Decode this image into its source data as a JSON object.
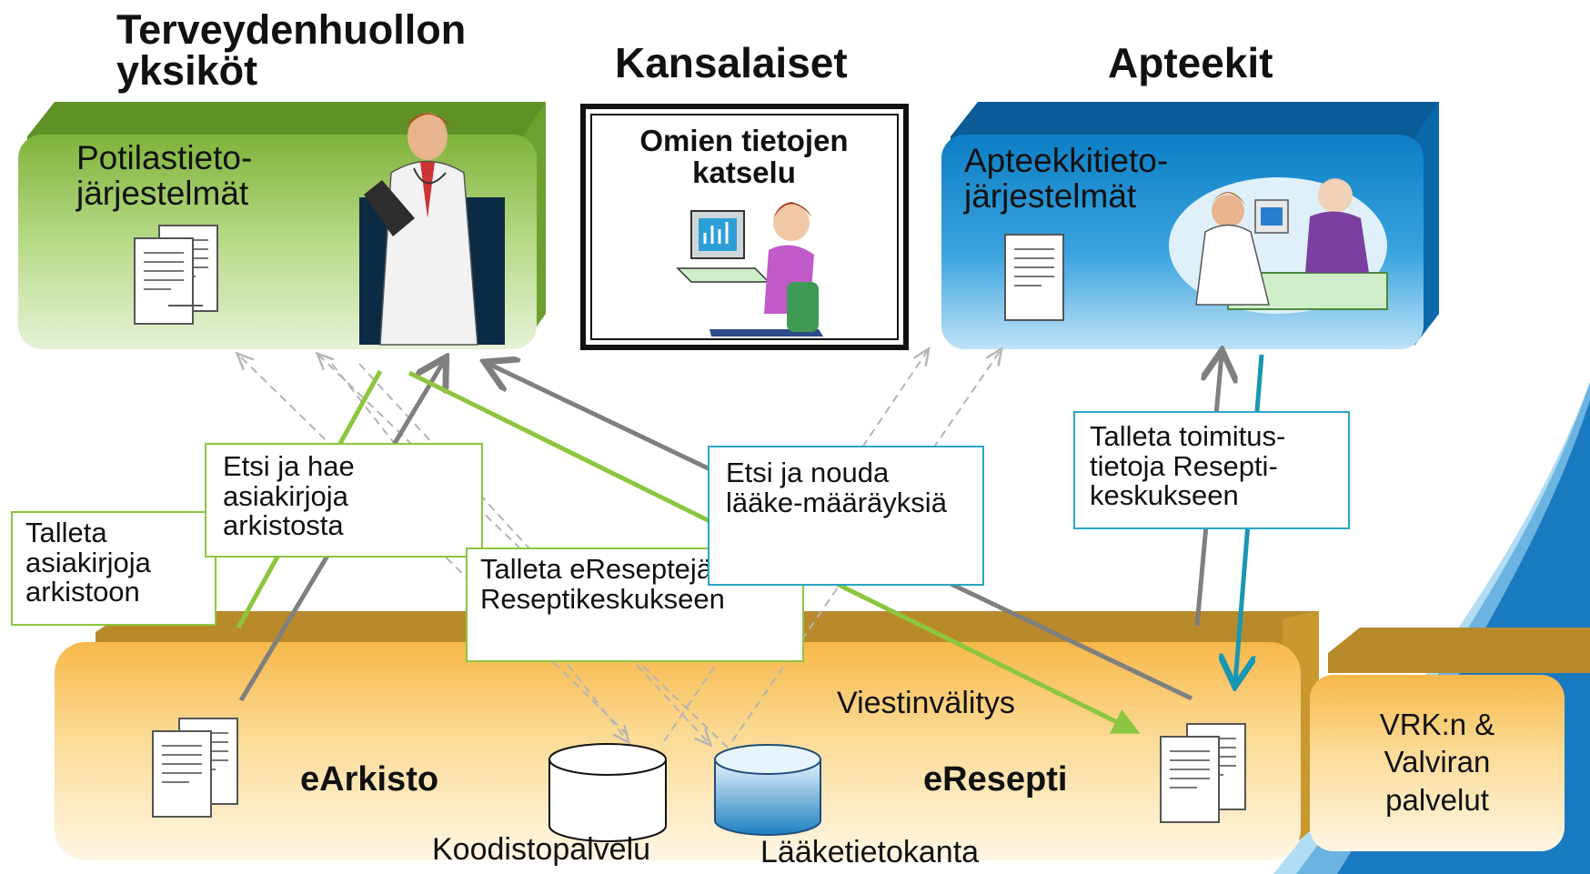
{
  "headers": {
    "health_units": "Terveydenhuollon yksiköt",
    "citizens": "Kansalaiset",
    "pharmacies": "Apteekit"
  },
  "panels": {
    "patient_systems": "Potilastieto-järjestelmät",
    "own_data_view": "Omien tietojen katselu",
    "pharmacy_systems": "Apteekkitieto-järjestelmät",
    "vrk_valvira": "VRK:n & Valviran palvelut"
  },
  "base": {
    "earkisto": "eArkisto",
    "eresepti": "eResepti",
    "messaging": "Viestinvälitys",
    "code_service": "Koodistopalvelu",
    "drug_db": "Lääketietokanta"
  },
  "boxes": {
    "store_archive": "Talleta asiakirjoja arkistoon",
    "search_archive": "Etsi ja hae asiakirjoja arkistosta",
    "store_eprescriptions": "Talleta eReseptejä Reseptikeskukseen",
    "search_prescriptions": "Etsi ja nouda lääke-määräyksiä",
    "store_delivery": "Talleta toimitus-tietoja Resepti-keskukseen"
  },
  "colors": {
    "green_panel": "#8fc255",
    "blue_panel": "#1a86c8",
    "orange_base": "#f9c45a",
    "green_arrow": "#8cc63f",
    "gray_arrow": "#7f7f7f",
    "teal_arrow": "#1896b4"
  }
}
